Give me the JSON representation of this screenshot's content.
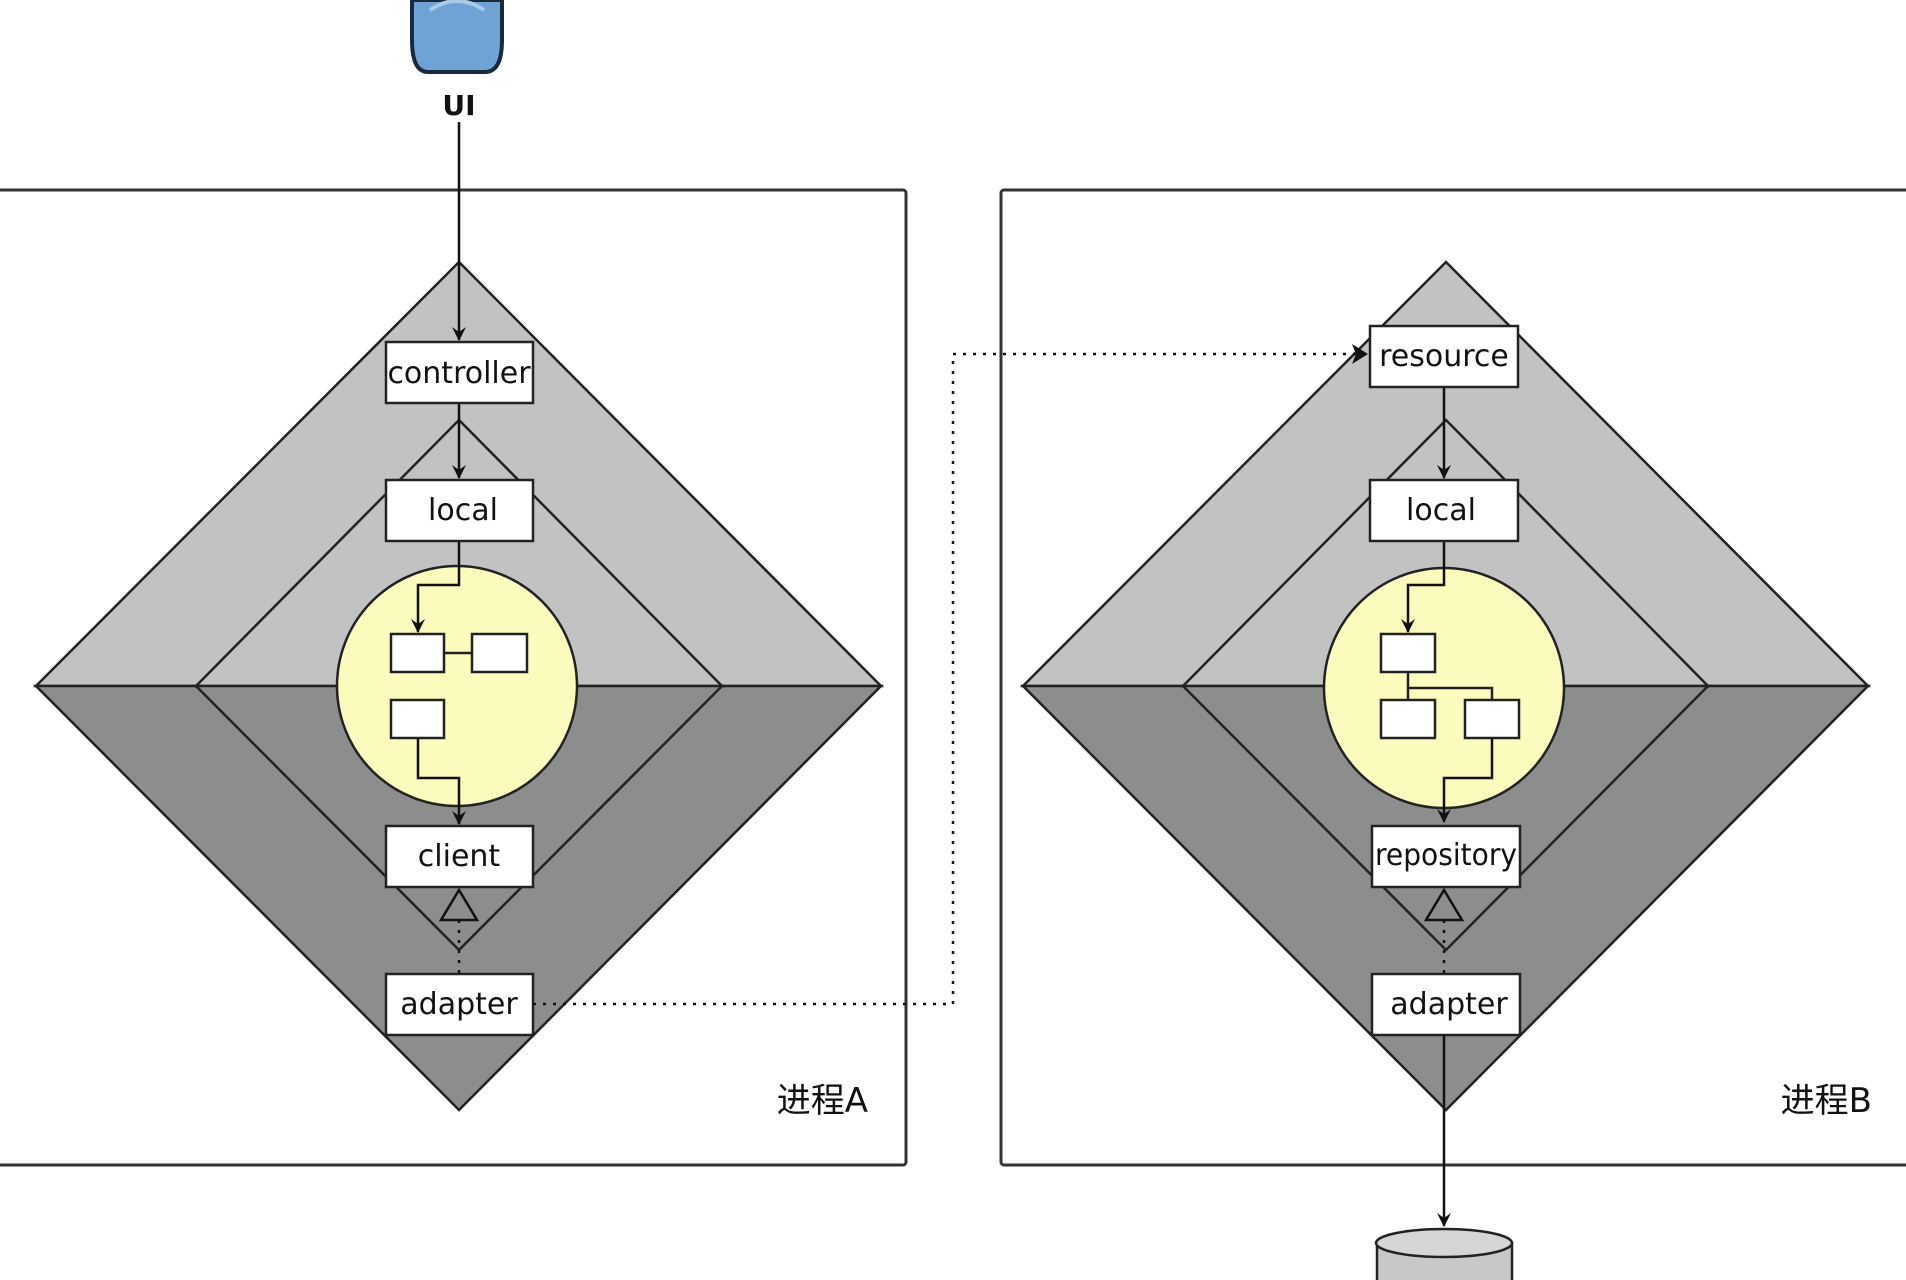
{
  "actor": {
    "label": "UI",
    "icon": "user-icon"
  },
  "process_a": {
    "label": "进程A",
    "boxes": {
      "top": "controller",
      "local": "local",
      "bottom": "client",
      "adapter": "adapter"
    }
  },
  "process_b": {
    "label": "进程B",
    "boxes": {
      "top": "resource",
      "local": "local",
      "bottom": "repository",
      "adapter": "adapter"
    }
  },
  "database": {
    "icon": "database-icon"
  },
  "colors": {
    "frame": "#333333",
    "diamond_upper": "#c2c2c2",
    "diamond_lower": "#8d8d8d",
    "core": "#fbfbbe",
    "actor_fill": "#6fa3d6",
    "db_fill": "#c8c8c8"
  }
}
